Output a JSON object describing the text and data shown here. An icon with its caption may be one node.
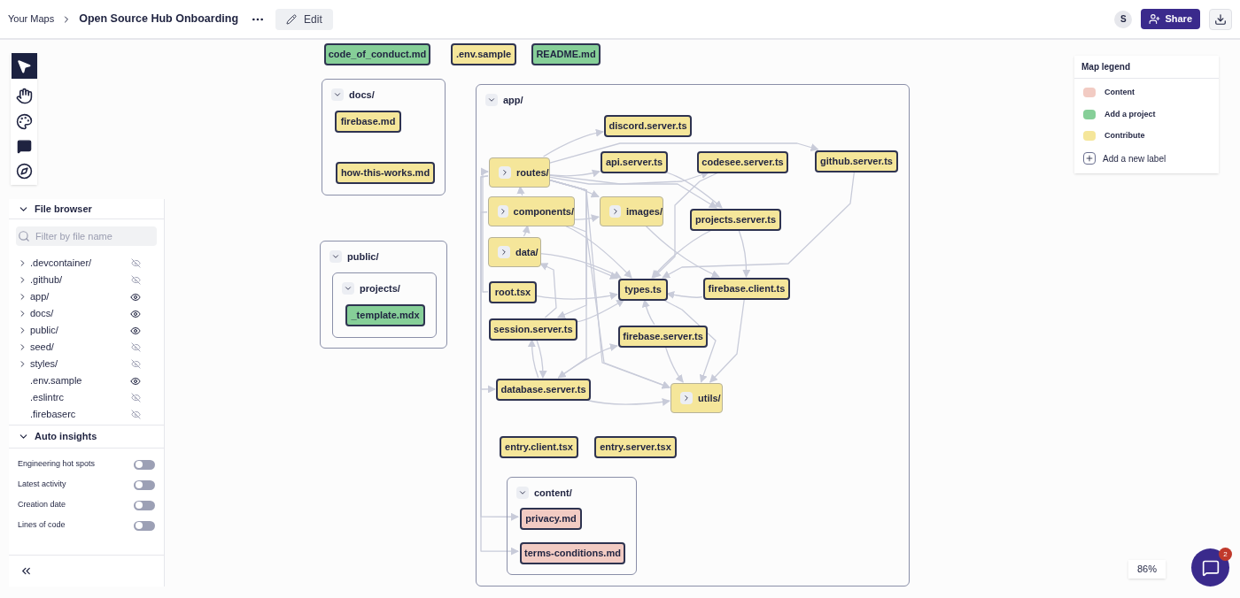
{
  "diagram": {
    "title": "Open Source Hub Onboarding",
    "nodes": [
      {
        "text": [
          "code_of_conduct.md"
        ]
      },
      {
        "text": [
          ".env.sample"
        ]
      },
      {
        "text": [
          "README.md"
        ]
      },
      {
        "text": [
          "docs/"
        ]
      },
      {
        "text": [
          "firebase.md"
        ],
        "in": 3
      },
      {
        "text": [
          "how-this-works.md"
        ],
        "in": 3
      },
      {
        "text": [
          "public/"
        ]
      },
      {
        "text": [
          "projects/"
        ],
        "in": 6
      },
      {
        "text": [
          "_template.mdx"
        ],
        "in": 7
      },
      {
        "text": [
          "app/"
        ]
      },
      {
        "text": [
          "discord.server.ts"
        ],
        "in": 9
      },
      {
        "text": [
          "routes/"
        ],
        "in": 9
      },
      {
        "text": [
          "api.server.ts"
        ],
        "in": 9
      },
      {
        "text": [
          "codesee.server.ts"
        ],
        "in": 9
      },
      {
        "text": [
          "github.server.ts"
        ],
        "in": 9
      },
      {
        "text": [
          "components/"
        ],
        "in": 9
      },
      {
        "text": [
          "images/"
        ],
        "in": 9
      },
      {
        "text": [
          "projects.server.ts"
        ],
        "in": 9
      },
      {
        "text": [
          "data/"
        ],
        "in": 9
      },
      {
        "text": [
          "root.tsx"
        ],
        "in": 9
      },
      {
        "text": [
          "types.ts"
        ],
        "in": 9
      },
      {
        "text": [
          "firebase.client.ts"
        ],
        "in": 9
      },
      {
        "text": [
          "session.server.ts"
        ],
        "in": 9
      },
      {
        "text": [
          "firebase.server.ts"
        ],
        "in": 9
      },
      {
        "text": [
          "database.server.ts"
        ],
        "in": 9
      },
      {
        "text": [
          "utils/"
        ],
        "in": 9
      },
      {
        "text": [
          "entry.client.tsx"
        ],
        "in": 9
      },
      {
        "text": [
          "entry.server.tsx"
        ],
        "in": 9
      },
      {
        "text": [
          "content/"
        ],
        "in": 9
      },
      {
        "text": [
          "privacy.md"
        ],
        "in": 28
      },
      {
        "text": [
          "terms-conditions.md"
        ],
        "in": 28
      }
    ],
    "edges": [
      {
        "from": 11,
        "to": 10,
        "arrow": "to"
      },
      {
        "from": 11,
        "to": 12,
        "arrow": "to"
      },
      {
        "from": 11,
        "to": 13,
        "arrow": "to"
      },
      {
        "from": 11,
        "to": 14,
        "arrow": "to"
      },
      {
        "from": 11,
        "to": 16,
        "arrow": "to"
      },
      {
        "from": 11,
        "to": 20,
        "arrow": "to"
      },
      {
        "from": 11,
        "to": 17,
        "arrow": "to"
      },
      {
        "from": 11,
        "to": 22,
        "arrow": "to"
      },
      {
        "from": 11,
        "to": 24,
        "arrow": "to"
      },
      {
        "from": 11,
        "to": 25,
        "arrow": "to"
      },
      {
        "from": 11,
        "to": 29,
        "arrow": "to"
      },
      {
        "from": 11,
        "to": 30,
        "arrow": "to"
      },
      {
        "from": 15,
        "to": 11,
        "arrow": "to"
      },
      {
        "from": 15,
        "to": 16,
        "arrow": "to"
      },
      {
        "from": 15,
        "to": 20,
        "arrow": "to"
      },
      {
        "from": 15,
        "to": 25,
        "arrow": "to"
      },
      {
        "from": 15,
        "to": 24,
        "arrow": "to"
      },
      {
        "from": 18,
        "to": 15,
        "arrow": "to"
      },
      {
        "from": 18,
        "to": 20,
        "arrow": "to"
      },
      {
        "from": 19,
        "to": 20,
        "arrow": "to"
      },
      {
        "from": 19,
        "to": 11,
        "arrow": "to"
      },
      {
        "from": 22,
        "to": 20,
        "arrow": "to"
      },
      {
        "from": 22,
        "to": 24,
        "arrow": "to"
      },
      {
        "from": 22,
        "to": 18,
        "arrow": "to"
      },
      {
        "from": 23,
        "to": 20,
        "arrow": "to"
      },
      {
        "from": 23,
        "to": 25,
        "arrow": "to"
      },
      {
        "from": 21,
        "to": 20,
        "arrow": "to"
      },
      {
        "from": 21,
        "to": 25,
        "arrow": "to"
      },
      {
        "from": 12,
        "to": 17,
        "arrow": "to"
      },
      {
        "from": 13,
        "to": 20,
        "arrow": "to"
      },
      {
        "from": 14,
        "to": 20,
        "arrow": "to"
      },
      {
        "from": 17,
        "to": 20,
        "arrow": "to"
      },
      {
        "from": 17,
        "to": 21,
        "arrow": "to"
      },
      {
        "from": 16,
        "to": 21,
        "arrow": "to"
      },
      {
        "from": 24,
        "to": 23,
        "arrow": "to"
      },
      {
        "from": 24,
        "to": 25,
        "arrow": "to"
      },
      {
        "from": 24,
        "to": 22,
        "arrow": "to"
      },
      {
        "from": 20,
        "to": 25,
        "arrow": "to"
      }
    ],
    "labels": [
      "Your Maps",
      "Edit",
      "S",
      "Share",
      "File browser",
      "Filter by file name",
      ".devcontainer/",
      ".github/",
      "app/",
      "docs/",
      "public/",
      "seed/",
      "styles/",
      ".env.sample",
      ".eslintrc",
      ".firebaserc",
      "Auto insights",
      "Engineering hot spots",
      "Latest activity",
      "Creation date",
      "Lines of code",
      "Map legend",
      "Add a new label",
      "86%",
      "2"
    ],
    "legend": [
      {
        "text": "Content",
        "color": "#f2cbc3"
      },
      {
        "text": "Add a project",
        "color": "#86cf98"
      },
      {
        "text": "Contribute",
        "color": "#f5e69a"
      }
    ]
  }
}
